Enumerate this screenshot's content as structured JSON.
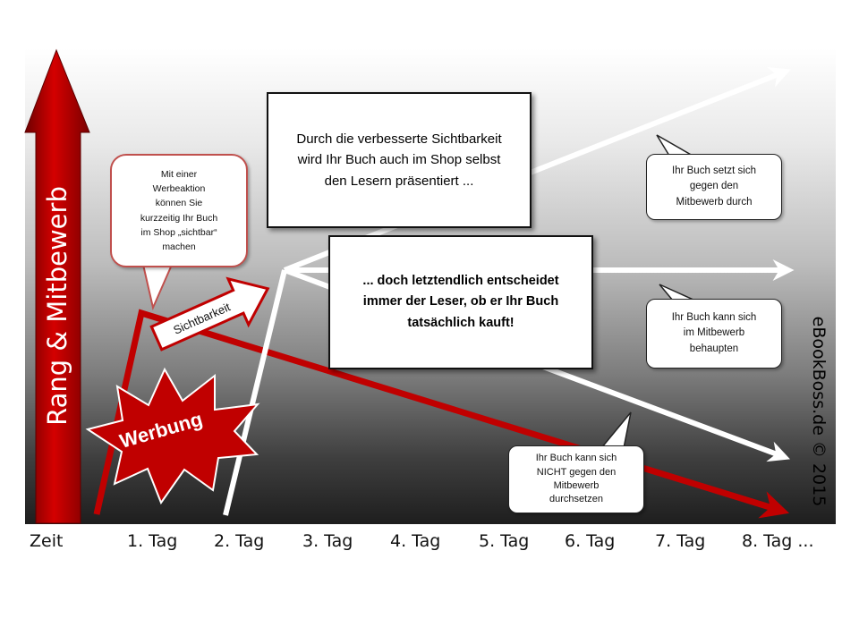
{
  "y_axis_label": "Rang & Mitbewerb",
  "x_axis": {
    "labels": [
      "Zeit",
      "1. Tag",
      "2. Tag",
      "3. Tag",
      "4. Tag",
      "5. Tag",
      "6. Tag",
      "7. Tag",
      "8. Tag ..."
    ]
  },
  "red_bubble": {
    "lines": [
      "Mit einer",
      "Werbeaktion",
      "können Sie",
      "kurzzeitig Ihr Buch",
      "im Shop „sichtbar“",
      "machen"
    ]
  },
  "box_top": {
    "lines": [
      "Durch die verbesserte Sichtbarkeit",
      "wird Ihr Buch auch im Shop selbst",
      "den Lesern präsentiert ..."
    ]
  },
  "box_middle": {
    "lines": [
      "... doch letztendlich entscheidet",
      "immer der Leser, ob er Ihr Buch",
      "tatsächlich kauft!"
    ]
  },
  "bubble_up": {
    "lines": [
      "Ihr Buch setzt sich",
      "gegen den",
      "Mitbewerb durch"
    ]
  },
  "bubble_mid": {
    "lines": [
      "Ihr Buch kann sich",
      "im Mitbewerb",
      "behaupten"
    ]
  },
  "bubble_down": {
    "lines": [
      "Ihr Buch kann sich",
      "NICHT gegen den",
      "Mitbewerb",
      "durchsetzen"
    ]
  },
  "sichtbarkeit_label": "Sichtbarkeit",
  "werbung_label": "Werbung",
  "copyright": "eBookBoss.de © 2015",
  "colors": {
    "red": "#c00000",
    "white_arrow": "#ffffff",
    "bubble_border_red": "#c0504d"
  }
}
